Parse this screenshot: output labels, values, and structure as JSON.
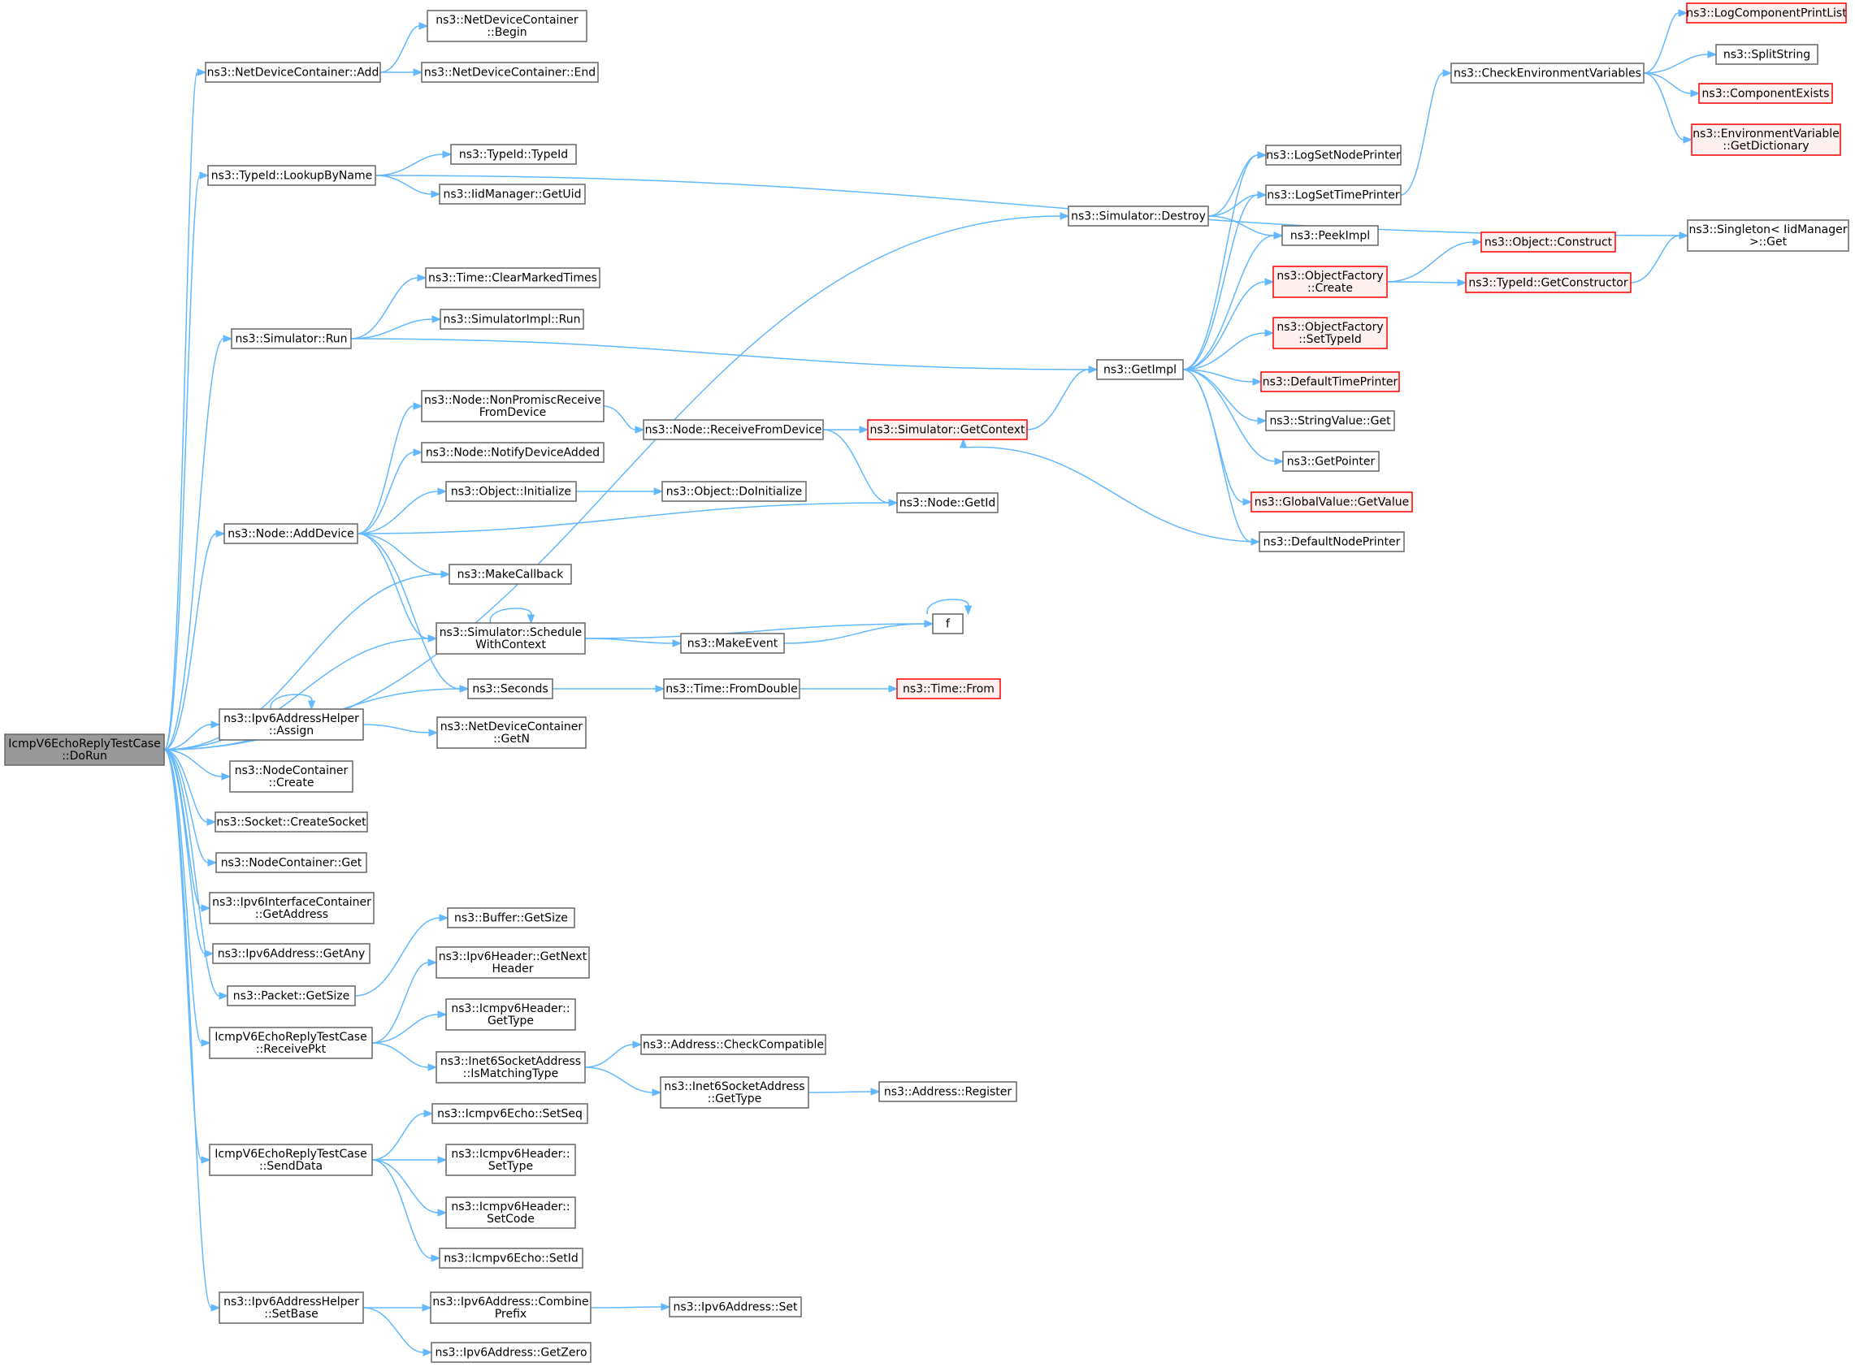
{
  "diagram": {
    "nodes": [
      {
        "id": "root",
        "lines": [
          "IcmpV6EchoReplyTestCase",
          "::DoRun"
        ],
        "style": "root"
      },
      {
        "id": "ndc_add",
        "lines": [
          "ns3::NetDeviceContainer::Add"
        ],
        "style": "normal"
      },
      {
        "id": "ndc_begin",
        "lines": [
          "ns3::NetDeviceContainer",
          "::Begin"
        ],
        "style": "normal"
      },
      {
        "id": "ndc_end",
        "lines": [
          "ns3::NetDeviceContainer::End"
        ],
        "style": "normal"
      },
      {
        "id": "typeid_lookup",
        "lines": [
          "ns3::TypeId::LookupByName"
        ],
        "style": "normal"
      },
      {
        "id": "typeid_typeid",
        "lines": [
          "ns3::TypeId::TypeId"
        ],
        "style": "normal"
      },
      {
        "id": "iid_getuid",
        "lines": [
          "ns3::IidManager::GetUid"
        ],
        "style": "normal"
      },
      {
        "id": "sim_destroy",
        "lines": [
          "ns3::Simulator::Destroy"
        ],
        "style": "normal"
      },
      {
        "id": "sim_run",
        "lines": [
          "ns3::Simulator::Run"
        ],
        "style": "normal"
      },
      {
        "id": "time_clear",
        "lines": [
          "ns3::Time::ClearMarkedTimes"
        ],
        "style": "normal"
      },
      {
        "id": "simimpl_run",
        "lines": [
          "ns3::SimulatorImpl::Run"
        ],
        "style": "normal"
      },
      {
        "id": "getimpl",
        "lines": [
          "ns3::GetImpl"
        ],
        "style": "normal"
      },
      {
        "id": "node_nonpromisc",
        "lines": [
          "ns3::Node::NonPromiscReceive",
          "FromDevice"
        ],
        "style": "normal"
      },
      {
        "id": "node_notify",
        "lines": [
          "ns3::Node::NotifyDeviceAdded"
        ],
        "style": "normal"
      },
      {
        "id": "node_recvfrom",
        "lines": [
          "ns3::Node::ReceiveFromDevice"
        ],
        "style": "normal"
      },
      {
        "id": "sim_getcontext",
        "lines": [
          "ns3::Simulator::GetContext"
        ],
        "style": "red"
      },
      {
        "id": "obj_init",
        "lines": [
          "ns3::Object::Initialize"
        ],
        "style": "normal"
      },
      {
        "id": "obj_doinit",
        "lines": [
          "ns3::Object::DoInitialize"
        ],
        "style": "normal"
      },
      {
        "id": "node_getid",
        "lines": [
          "ns3::Node::GetId"
        ],
        "style": "normal"
      },
      {
        "id": "node_adddevice",
        "lines": [
          "ns3::Node::AddDevice"
        ],
        "style": "normal"
      },
      {
        "id": "makecallback",
        "lines": [
          "ns3::MakeCallback"
        ],
        "style": "normal"
      },
      {
        "id": "sim_schedule",
        "lines": [
          "ns3::Simulator::Schedule",
          "WithContext"
        ],
        "style": "normal"
      },
      {
        "id": "makeevent",
        "lines": [
          "ns3::MakeEvent"
        ],
        "style": "normal"
      },
      {
        "id": "f",
        "lines": [
          "f"
        ],
        "style": "normal"
      },
      {
        "id": "seconds",
        "lines": [
          "ns3::Seconds"
        ],
        "style": "normal"
      },
      {
        "id": "time_fromdouble",
        "lines": [
          "ns3::Time::FromDouble"
        ],
        "style": "normal"
      },
      {
        "id": "time_from",
        "lines": [
          "ns3::Time::From"
        ],
        "style": "red"
      },
      {
        "id": "ipv6helper_assign",
        "lines": [
          "ns3::Ipv6AddressHelper",
          "::Assign"
        ],
        "style": "normal"
      },
      {
        "id": "ndc_getn",
        "lines": [
          "ns3::NetDeviceContainer",
          "::GetN"
        ],
        "style": "normal"
      },
      {
        "id": "nodec_create",
        "lines": [
          "ns3::NodeContainer",
          "::Create"
        ],
        "style": "normal"
      },
      {
        "id": "socket_create",
        "lines": [
          "ns3::Socket::CreateSocket"
        ],
        "style": "normal"
      },
      {
        "id": "nodec_get",
        "lines": [
          "ns3::NodeContainer::Get"
        ],
        "style": "normal"
      },
      {
        "id": "ipv6ic_getaddr",
        "lines": [
          "ns3::Ipv6InterfaceContainer",
          "::GetAddress"
        ],
        "style": "normal"
      },
      {
        "id": "ipv6addr_getany",
        "lines": [
          "ns3::Ipv6Address::GetAny"
        ],
        "style": "normal"
      },
      {
        "id": "packet_getsize",
        "lines": [
          "ns3::Packet::GetSize"
        ],
        "style": "normal"
      },
      {
        "id": "buffer_getsize",
        "lines": [
          "ns3::Buffer::GetSize"
        ],
        "style": "normal"
      },
      {
        "id": "recvpkt",
        "lines": [
          "IcmpV6EchoReplyTestCase",
          "::ReceivePkt"
        ],
        "style": "normal"
      },
      {
        "id": "ipv6hdr_getnext",
        "lines": [
          "ns3::Ipv6Header::GetNext",
          "Header"
        ],
        "style": "normal"
      },
      {
        "id": "icmp6hdr_gettype",
        "lines": [
          "ns3::Icmpv6Header::",
          "GetType"
        ],
        "style": "normal"
      },
      {
        "id": "inet6_ismatch",
        "lines": [
          "ns3::Inet6SocketAddress",
          "::IsMatchingType"
        ],
        "style": "normal"
      },
      {
        "id": "addr_checkcompat",
        "lines": [
          "ns3::Address::CheckCompatible"
        ],
        "style": "normal"
      },
      {
        "id": "inet6_gettype",
        "lines": [
          "ns3::Inet6SocketAddress",
          "::GetType"
        ],
        "style": "normal"
      },
      {
        "id": "addr_register",
        "lines": [
          "ns3::Address::Register"
        ],
        "style": "normal"
      },
      {
        "id": "senddata",
        "lines": [
          "IcmpV6EchoReplyTestCase",
          "::SendData"
        ],
        "style": "normal"
      },
      {
        "id": "icmp6echo_setseq",
        "lines": [
          "ns3::Icmpv6Echo::SetSeq"
        ],
        "style": "normal"
      },
      {
        "id": "icmp6hdr_settype",
        "lines": [
          "ns3::Icmpv6Header::",
          "SetType"
        ],
        "style": "normal"
      },
      {
        "id": "icmp6hdr_setcode",
        "lines": [
          "ns3::Icmpv6Header::",
          "SetCode"
        ],
        "style": "normal"
      },
      {
        "id": "icmp6echo_setid",
        "lines": [
          "ns3::Icmpv6Echo::SetId"
        ],
        "style": "normal"
      },
      {
        "id": "ipv6helper_setbase",
        "lines": [
          "ns3::Ipv6AddressHelper",
          "::SetBase"
        ],
        "style": "normal"
      },
      {
        "id": "ipv6addr_combine",
        "lines": [
          "ns3::Ipv6Address::Combine",
          "Prefix"
        ],
        "style": "normal"
      },
      {
        "id": "ipv6addr_set",
        "lines": [
          "ns3::Ipv6Address::Set"
        ],
        "style": "normal"
      },
      {
        "id": "ipv6addr_getzero",
        "lines": [
          "ns3::Ipv6Address::GetZero"
        ],
        "style": "normal"
      },
      {
        "id": "checkenv",
        "lines": [
          "ns3::CheckEnvironmentVariables"
        ],
        "style": "normal"
      },
      {
        "id": "logcompprint",
        "lines": [
          "ns3::LogComponentPrintList"
        ],
        "style": "red"
      },
      {
        "id": "splitstring",
        "lines": [
          "ns3::SplitString"
        ],
        "style": "normal"
      },
      {
        "id": "compexists",
        "lines": [
          "ns3::ComponentExists"
        ],
        "style": "red"
      },
      {
        "id": "envvar_getdict",
        "lines": [
          "ns3::EnvironmentVariable",
          "::GetDictionary"
        ],
        "style": "red"
      },
      {
        "id": "logsetnodeprinter",
        "lines": [
          "ns3::LogSetNodePrinter"
        ],
        "style": "normal"
      },
      {
        "id": "logsettimeprinter",
        "lines": [
          "ns3::LogSetTimePrinter"
        ],
        "style": "normal"
      },
      {
        "id": "peekimpl",
        "lines": [
          "ns3::PeekImpl"
        ],
        "style": "normal"
      },
      {
        "id": "objfactory_create",
        "lines": [
          "ns3::ObjectFactory",
          "::Create"
        ],
        "style": "red"
      },
      {
        "id": "objfactory_settypeid",
        "lines": [
          "ns3::ObjectFactory",
          "::SetTypeId"
        ],
        "style": "red"
      },
      {
        "id": "defaulttimeprinter",
        "lines": [
          "ns3::DefaultTimePrinter"
        ],
        "style": "red"
      },
      {
        "id": "stringvalue_get",
        "lines": [
          "ns3::StringValue::Get"
        ],
        "style": "normal"
      },
      {
        "id": "getpointer",
        "lines": [
          "ns3::GetPointer"
        ],
        "style": "normal"
      },
      {
        "id": "globalvalue_getvalue",
        "lines": [
          "ns3::GlobalValue::GetValue"
        ],
        "style": "red"
      },
      {
        "id": "defaultnodeprinter",
        "lines": [
          "ns3::DefaultNodePrinter"
        ],
        "style": "normal"
      },
      {
        "id": "object_construct",
        "lines": [
          "ns3::Object::Construct"
        ],
        "style": "red"
      },
      {
        "id": "typeid_getctor",
        "lines": [
          "ns3::TypeId::GetConstructor"
        ],
        "style": "red"
      },
      {
        "id": "singleton_get",
        "lines": [
          "ns3::Singleton< IidManager",
          " >::Get"
        ],
        "style": "normal"
      }
    ],
    "edges": [
      [
        "root",
        "ndc_add"
      ],
      [
        "root",
        "typeid_lookup"
      ],
      [
        "root",
        "sim_destroy"
      ],
      [
        "root",
        "sim_run"
      ],
      [
        "root",
        "node_adddevice"
      ],
      [
        "root",
        "makecallback"
      ],
      [
        "root",
        "sim_schedule"
      ],
      [
        "root",
        "seconds"
      ],
      [
        "root",
        "ipv6helper_assign"
      ],
      [
        "root",
        "nodec_create"
      ],
      [
        "root",
        "socket_create"
      ],
      [
        "root",
        "nodec_get"
      ],
      [
        "root",
        "ipv6ic_getaddr"
      ],
      [
        "root",
        "ipv6addr_getany"
      ],
      [
        "root",
        "packet_getsize"
      ],
      [
        "root",
        "recvpkt"
      ],
      [
        "root",
        "senddata"
      ],
      [
        "root",
        "ipv6helper_setbase"
      ],
      [
        "ndc_add",
        "ndc_begin"
      ],
      [
        "ndc_add",
        "ndc_end"
      ],
      [
        "typeid_lookup",
        "typeid_typeid"
      ],
      [
        "typeid_lookup",
        "iid_getuid"
      ],
      [
        "typeid_lookup",
        "singleton_get"
      ],
      [
        "sim_destroy",
        "logsetnodeprinter"
      ],
      [
        "sim_destroy",
        "logsettimeprinter"
      ],
      [
        "sim_destroy",
        "peekimpl"
      ],
      [
        "sim_run",
        "time_clear"
      ],
      [
        "sim_run",
        "simimpl_run"
      ],
      [
        "sim_run",
        "getimpl"
      ],
      [
        "node_adddevice",
        "node_nonpromisc"
      ],
      [
        "node_adddevice",
        "node_notify"
      ],
      [
        "node_adddevice",
        "obj_init"
      ],
      [
        "node_adddevice",
        "node_getid"
      ],
      [
        "node_adddevice",
        "makecallback"
      ],
      [
        "node_adddevice",
        "sim_schedule"
      ],
      [
        "node_adddevice",
        "seconds"
      ],
      [
        "node_nonpromisc",
        "node_recvfrom"
      ],
      [
        "node_recvfrom",
        "sim_getcontext"
      ],
      [
        "node_recvfrom",
        "node_getid"
      ],
      [
        "obj_init",
        "obj_doinit"
      ],
      [
        "sim_getcontext",
        "getimpl"
      ],
      [
        "sim_schedule",
        "sim_schedule"
      ],
      [
        "sim_schedule",
        "makeevent"
      ],
      [
        "sim_schedule",
        "f"
      ],
      [
        "makeevent",
        "f"
      ],
      [
        "f",
        "f"
      ],
      [
        "seconds",
        "time_fromdouble"
      ],
      [
        "time_fromdouble",
        "time_from"
      ],
      [
        "ipv6helper_assign",
        "ipv6helper_assign"
      ],
      [
        "ipv6helper_assign",
        "ndc_getn"
      ],
      [
        "packet_getsize",
        "buffer_getsize"
      ],
      [
        "recvpkt",
        "ipv6hdr_getnext"
      ],
      [
        "recvpkt",
        "icmp6hdr_gettype"
      ],
      [
        "recvpkt",
        "inet6_ismatch"
      ],
      [
        "inet6_ismatch",
        "addr_checkcompat"
      ],
      [
        "inet6_ismatch",
        "inet6_gettype"
      ],
      [
        "inet6_gettype",
        "addr_register"
      ],
      [
        "senddata",
        "icmp6echo_setseq"
      ],
      [
        "senddata",
        "icmp6hdr_settype"
      ],
      [
        "senddata",
        "icmp6hdr_setcode"
      ],
      [
        "senddata",
        "icmp6echo_setid"
      ],
      [
        "ipv6helper_setbase",
        "ipv6addr_combine"
      ],
      [
        "ipv6helper_setbase",
        "ipv6addr_getzero"
      ],
      [
        "ipv6addr_combine",
        "ipv6addr_set"
      ],
      [
        "getimpl",
        "logsetnodeprinter"
      ],
      [
        "getimpl",
        "logsettimeprinter"
      ],
      [
        "getimpl",
        "peekimpl"
      ],
      [
        "getimpl",
        "objfactory_create"
      ],
      [
        "getimpl",
        "objfactory_settypeid"
      ],
      [
        "getimpl",
        "defaulttimeprinter"
      ],
      [
        "getimpl",
        "stringvalue_get"
      ],
      [
        "getimpl",
        "getpointer"
      ],
      [
        "getimpl",
        "globalvalue_getvalue"
      ],
      [
        "getimpl",
        "defaultnodeprinter"
      ],
      [
        "defaultnodeprinter",
        "sim_getcontext"
      ],
      [
        "logsettimeprinter",
        "checkenv"
      ],
      [
        "checkenv",
        "logcompprint"
      ],
      [
        "checkenv",
        "splitstring"
      ],
      [
        "checkenv",
        "compexists"
      ],
      [
        "checkenv",
        "envvar_getdict"
      ],
      [
        "objfactory_create",
        "object_construct"
      ],
      [
        "objfactory_create",
        "typeid_getctor"
      ],
      [
        "typeid_getctor",
        "singleton_get"
      ]
    ]
  }
}
